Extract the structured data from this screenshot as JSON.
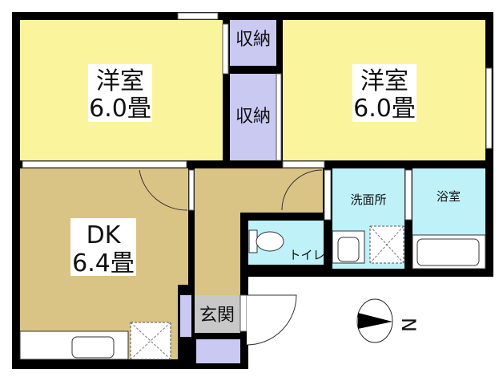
{
  "floorplan": {
    "rooms": {
      "western_room_left": {
        "name": "洋室",
        "size": "6.0畳"
      },
      "western_room_right": {
        "name": "洋室",
        "size": "6.0畳"
      },
      "storage_top": {
        "name": "収納"
      },
      "storage_middle": {
        "name": "収納"
      },
      "dining_kitchen": {
        "name": "DK",
        "size": "6.4畳"
      },
      "washroom": {
        "name": "洗面所"
      },
      "bathroom": {
        "name": "浴室"
      },
      "toilet": {
        "name": "トイレ"
      },
      "entrance": {
        "name": "玄関"
      }
    },
    "compass": {
      "label": "N",
      "direction": "east-pointing",
      "icon": "compass-arrow-icon"
    },
    "colors": {
      "western_room": "#faf59c",
      "storage": "#c9c9f2",
      "dining_kitchen": "#d9c385",
      "wet_area": "#bff1f8",
      "entrance": "#c8c8c8",
      "wall": "#000000"
    }
  }
}
